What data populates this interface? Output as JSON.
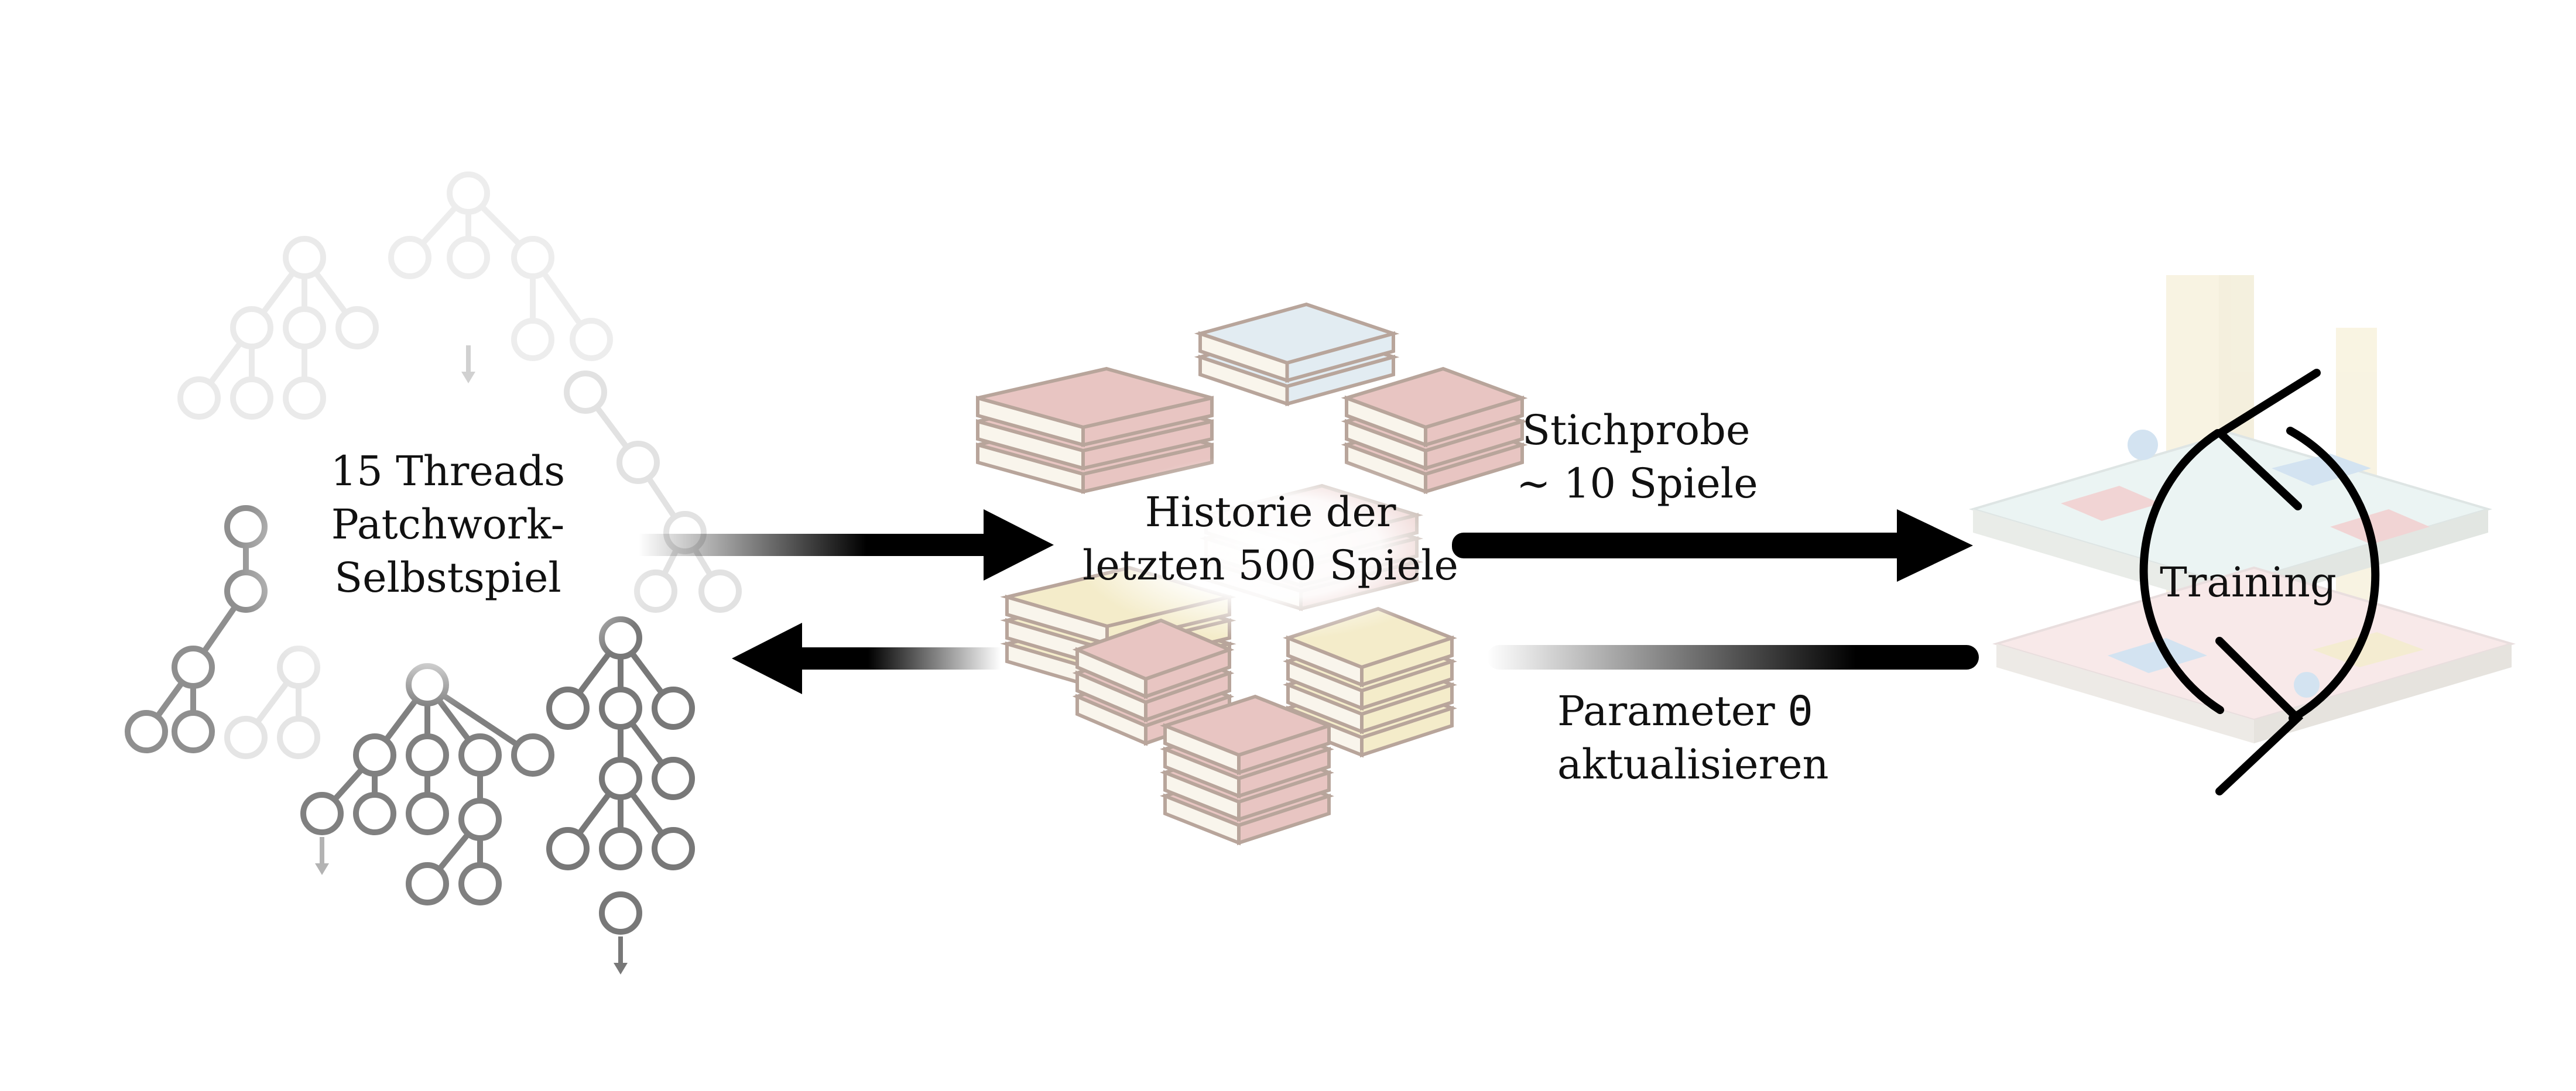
{
  "selfplay": {
    "lines": [
      "15 Threads",
      "Patchwork-",
      "Selbstspiel"
    ]
  },
  "history": {
    "lines": [
      "Historie der",
      "letzten 500 Spiele"
    ]
  },
  "sample": {
    "lines": [
      "Stichprobe",
      "~ 10 Spiele"
    ]
  },
  "update": {
    "line1_prefix": "Parameter ",
    "theta": "Θ",
    "line2": "aktualisieren"
  },
  "training": {
    "label": "Training"
  },
  "colors": {
    "arrow": "#000000",
    "tree_dark": "#6a6a6a",
    "tree_light": "#c6c6c6",
    "book_red": "#d9a09a",
    "book_yellow": "#eee1a8",
    "book_blue": "#cfe0ea"
  },
  "icons": [
    "search-tree-icon",
    "book-stack-icon",
    "game-board-icon",
    "cycle-arrows-icon"
  ]
}
